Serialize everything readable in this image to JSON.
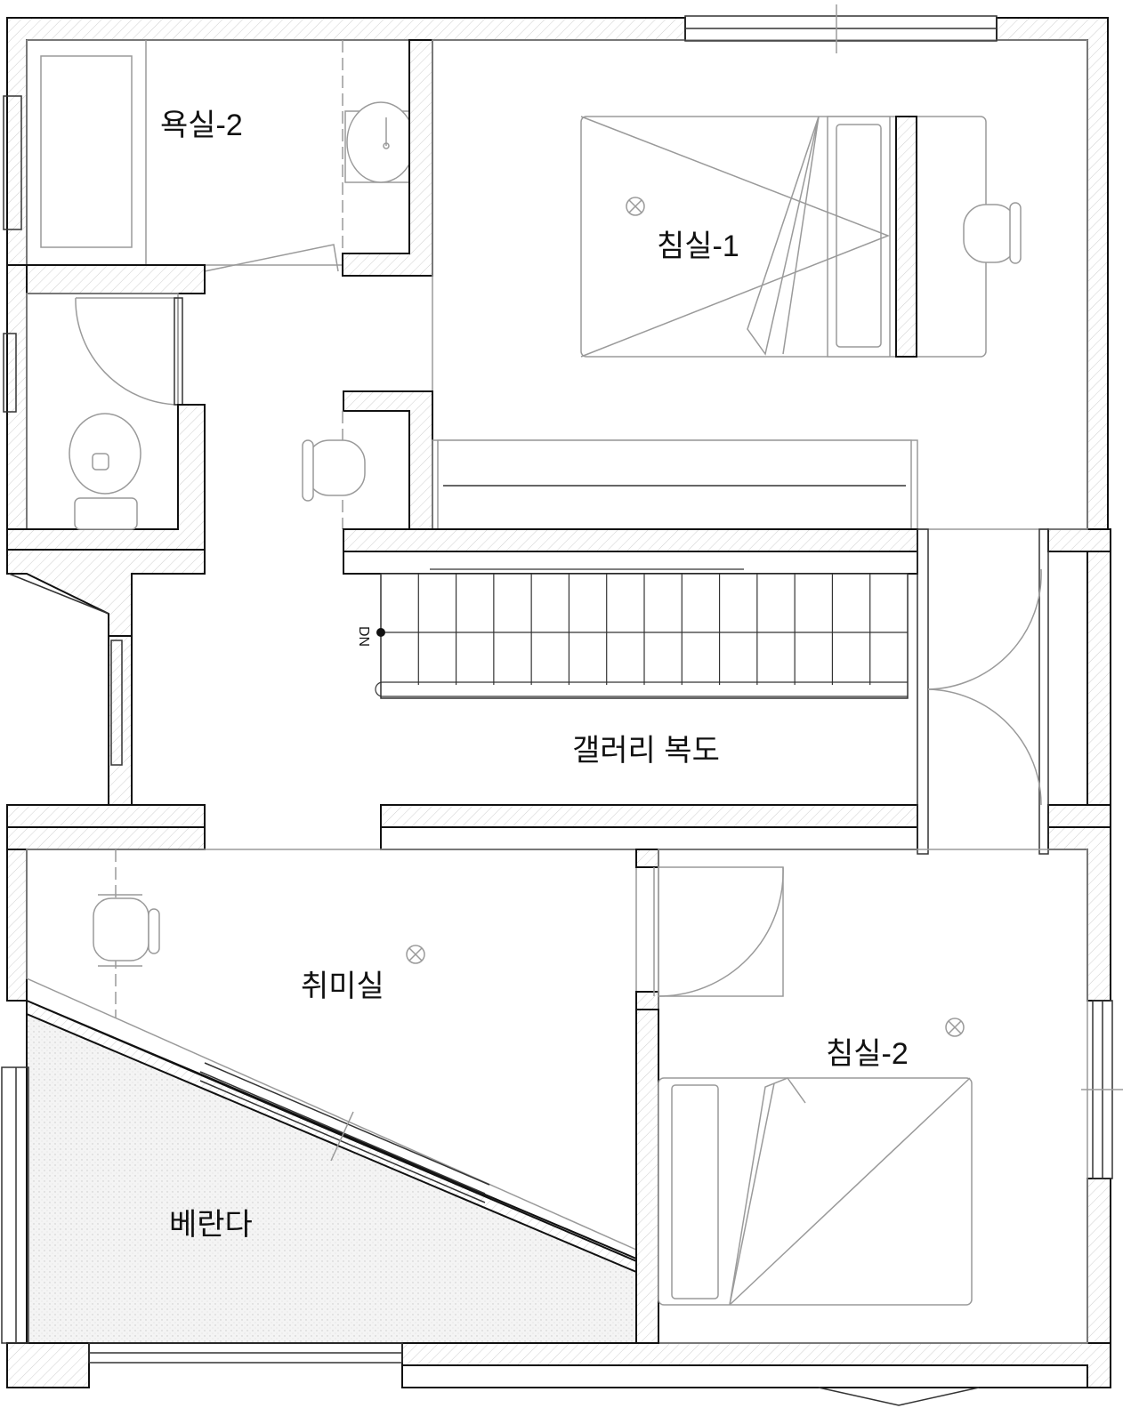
{
  "floor_plan": {
    "rooms": {
      "bathroom2": "욕실-2",
      "bedroom1": "침실-1",
      "gallery_corridor": "갤러리 복도",
      "hobby_room": "취미실",
      "bedroom2": "침실-2",
      "veranda": "베란다"
    },
    "stair_label": "DN"
  }
}
